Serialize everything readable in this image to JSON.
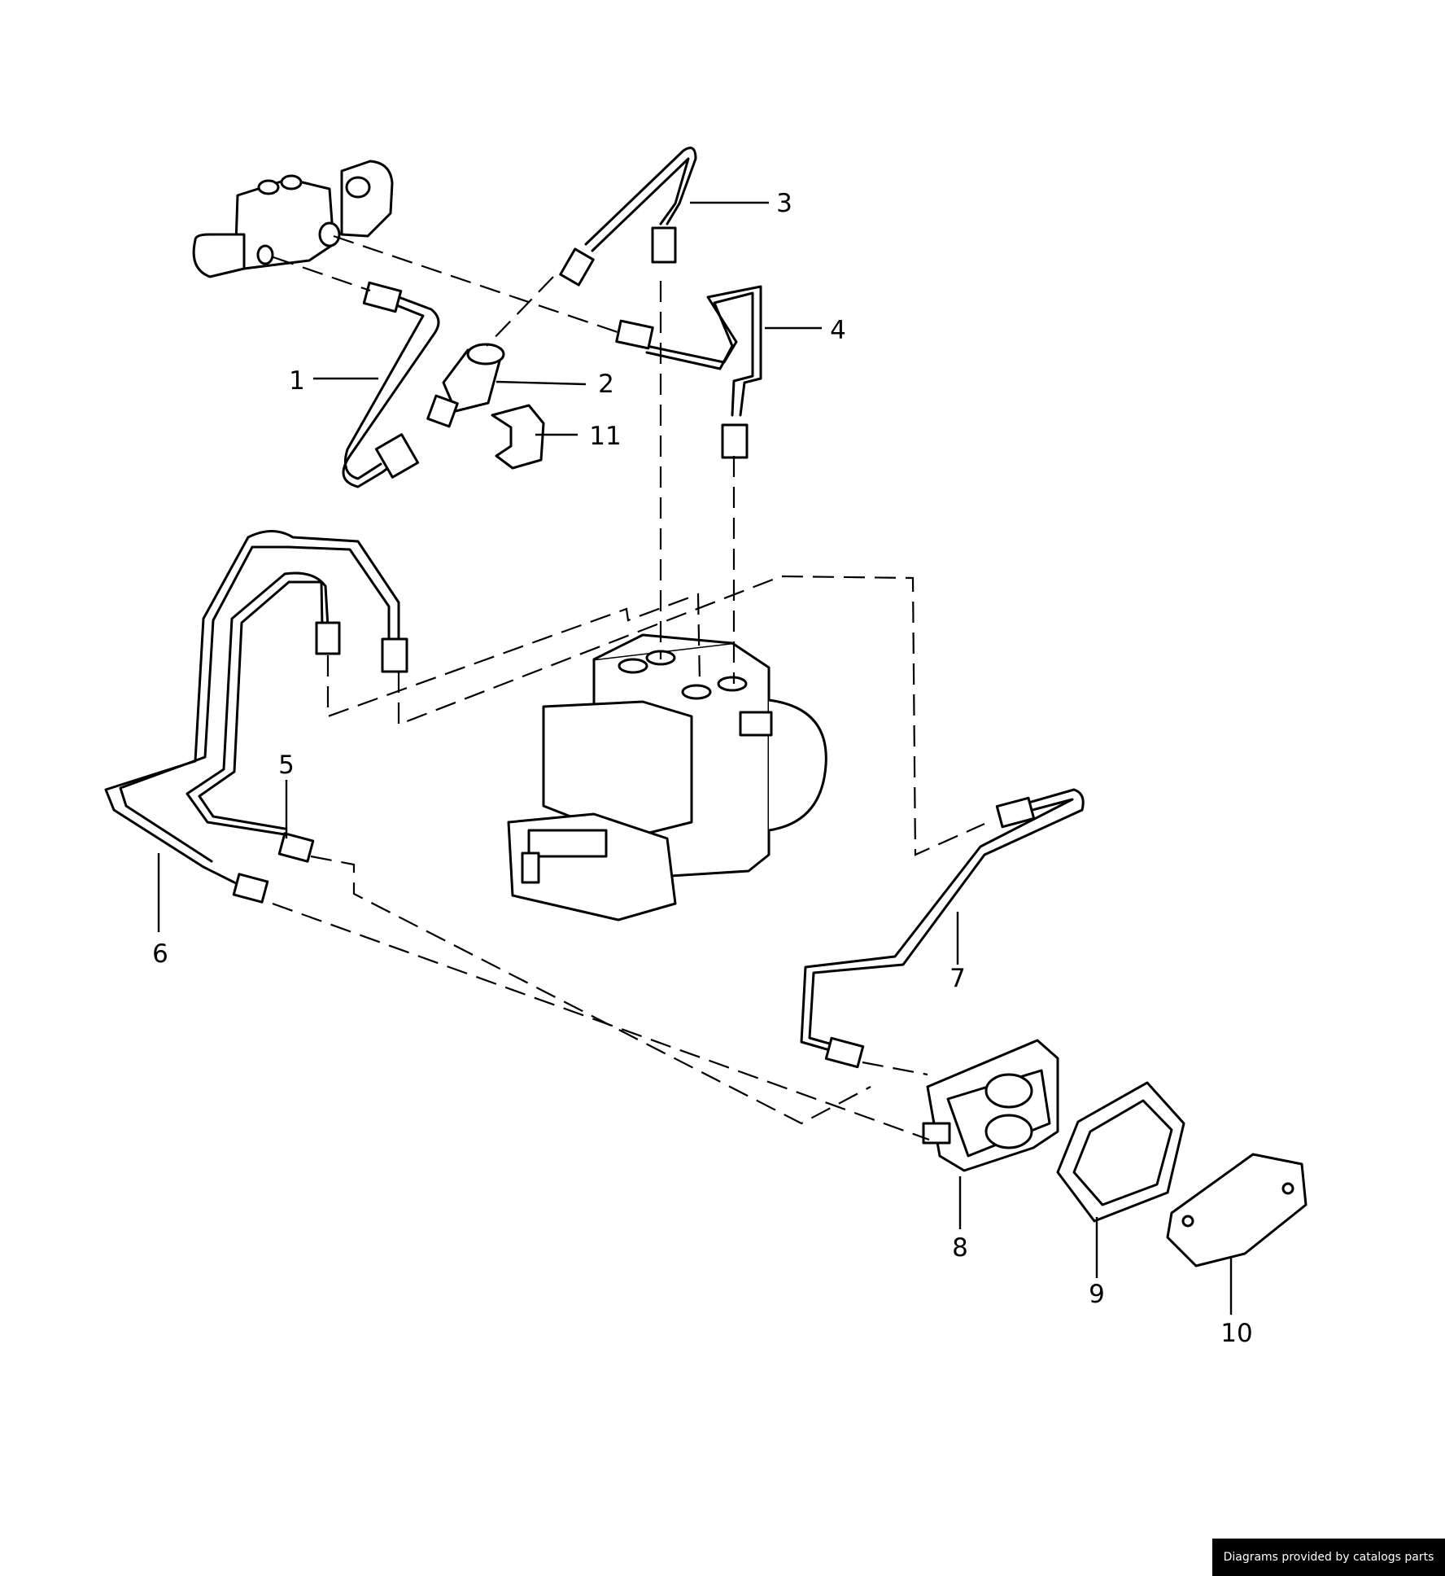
{
  "diagram": {
    "callouts": [
      {
        "id": "1",
        "label": "1"
      },
      {
        "id": "2",
        "label": "2"
      },
      {
        "id": "3",
        "label": "3"
      },
      {
        "id": "4",
        "label": "4"
      },
      {
        "id": "5",
        "label": "5"
      },
      {
        "id": "6",
        "label": "6"
      },
      {
        "id": "7",
        "label": "7"
      },
      {
        "id": "8",
        "label": "8"
      },
      {
        "id": "9",
        "label": "9"
      },
      {
        "id": "10",
        "label": "10"
      },
      {
        "id": "11",
        "label": "11"
      }
    ]
  },
  "footer": {
    "credit": "Diagrams provided by catalogs parts"
  }
}
